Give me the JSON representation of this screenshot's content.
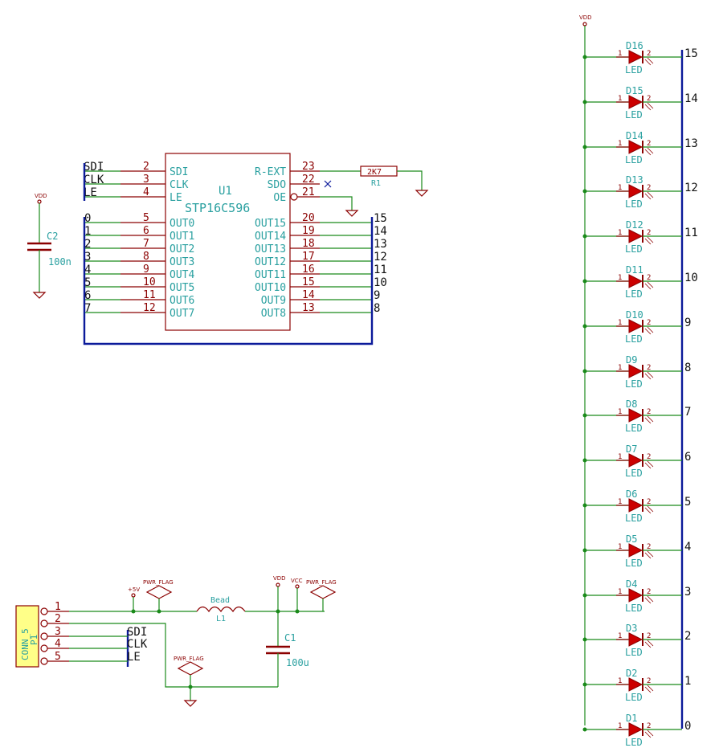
{
  "colors": {
    "wire": "#1a8a1a",
    "bus": "#0b1a9a",
    "symbol": "#8b0000",
    "text": "#2aa0a0",
    "net_label": "#111111",
    "connector_fill": "#ffff88"
  },
  "u1": {
    "ref": "U1",
    "value": "STP16C596",
    "left_pins": [
      {
        "num": "2",
        "name": "SDI"
      },
      {
        "num": "3",
        "name": "CLK"
      },
      {
        "num": "4",
        "name": "LE"
      },
      {
        "num": "5",
        "name": "OUT0"
      },
      {
        "num": "6",
        "name": "OUT1"
      },
      {
        "num": "7",
        "name": "OUT2"
      },
      {
        "num": "8",
        "name": "OUT3"
      },
      {
        "num": "9",
        "name": "OUT4"
      },
      {
        "num": "10",
        "name": "OUT5"
      },
      {
        "num": "11",
        "name": "OUT6"
      },
      {
        "num": "12",
        "name": "OUT7"
      }
    ],
    "right_pins": [
      {
        "num": "23",
        "name": "R-EXT"
      },
      {
        "num": "22",
        "name": "SDO"
      },
      {
        "num": "21",
        "name": "OE"
      },
      {
        "num": "20",
        "name": "OUT15"
      },
      {
        "num": "19",
        "name": "OUT14"
      },
      {
        "num": "18",
        "name": "OUT13"
      },
      {
        "num": "17",
        "name": "OUT12"
      },
      {
        "num": "16",
        "name": "OUT11"
      },
      {
        "num": "15",
        "name": "OUT10"
      },
      {
        "num": "14",
        "name": "OUT9"
      },
      {
        "num": "13",
        "name": "OUT8"
      }
    ]
  },
  "u1_nets": {
    "left_signals": [
      "SDI",
      "CLK",
      "LE"
    ],
    "left_bus": [
      "0",
      "1",
      "2",
      "3",
      "4",
      "5",
      "6",
      "7"
    ],
    "right_bus": [
      "15",
      "14",
      "13",
      "12",
      "11",
      "10",
      "9",
      "8"
    ]
  },
  "r1": {
    "ref": "R1",
    "value": "2K7"
  },
  "c2": {
    "ref": "C2",
    "value": "100n",
    "power": "VDD"
  },
  "p1": {
    "ref": "P1",
    "value": "CONN_5",
    "pins": [
      "1",
      "2",
      "3",
      "4",
      "5"
    ],
    "nets": [
      "SDI",
      "CLK",
      "LE"
    ]
  },
  "l1": {
    "ref": "L1",
    "value": "Bead"
  },
  "c1": {
    "ref": "C1",
    "value": "100u"
  },
  "power": {
    "p5v": "+5V",
    "vdd": "VDD",
    "vcc": "VCC",
    "flag": "PWR_FLAG"
  },
  "leds": {
    "top_power": "VDD",
    "value": "LED",
    "pin_a": "1",
    "pin_k": "2",
    "items": [
      {
        "ref": "D16",
        "net": "15"
      },
      {
        "ref": "D15",
        "net": "14"
      },
      {
        "ref": "D14",
        "net": "13"
      },
      {
        "ref": "D13",
        "net": "12"
      },
      {
        "ref": "D12",
        "net": "11"
      },
      {
        "ref": "D11",
        "net": "10"
      },
      {
        "ref": "D10",
        "net": "9"
      },
      {
        "ref": "D9",
        "net": "8"
      },
      {
        "ref": "D8",
        "net": "7"
      },
      {
        "ref": "D7",
        "net": "6"
      },
      {
        "ref": "D6",
        "net": "5"
      },
      {
        "ref": "D5",
        "net": "4"
      },
      {
        "ref": "D4",
        "net": "3"
      },
      {
        "ref": "D3",
        "net": "2"
      },
      {
        "ref": "D2",
        "net": "1"
      },
      {
        "ref": "D1",
        "net": "0"
      }
    ]
  }
}
